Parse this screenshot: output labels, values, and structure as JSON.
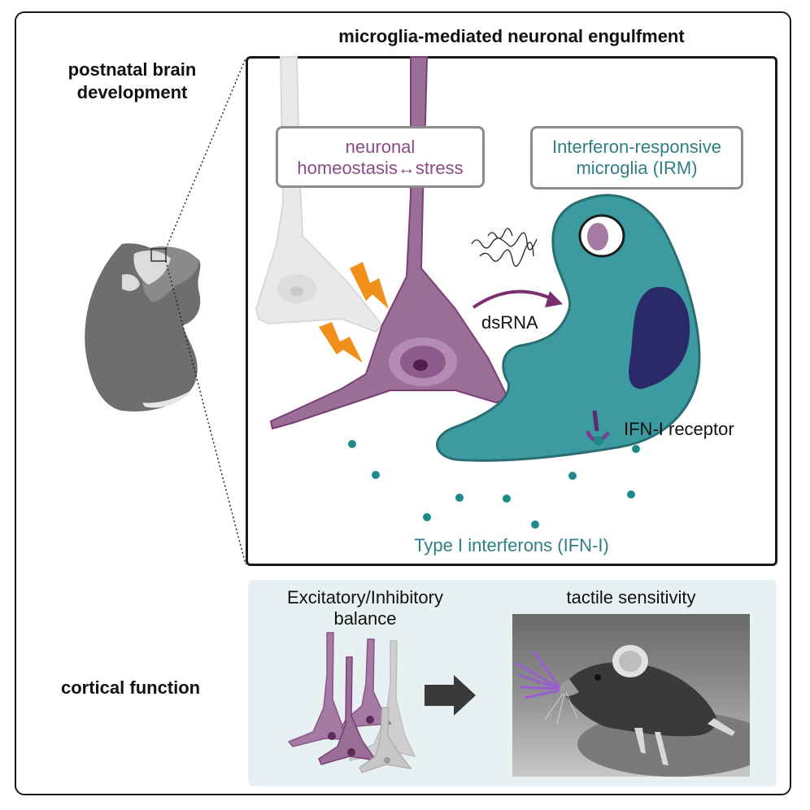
{
  "title": "microglia-mediated neuronal engulfment",
  "left_labels": {
    "development_line1": "postnatal brain",
    "development_line2": "development",
    "cortical": "cortical function"
  },
  "detail": {
    "neuronal_line1": "neuronal",
    "neuronal_line2": "homeostasis↔stress",
    "irm_line1": "Interferon-responsive",
    "irm_line2": "microglia (IRM)",
    "dsrna": "dsRNA",
    "receptor": "IFN-I receptor",
    "interferons": "Type I interferons (IFN-I)"
  },
  "function": {
    "ei_line1": "Excitatory/Inhibitory",
    "ei_line2": "balance",
    "tactile": "tactile sensitivity"
  },
  "colors": {
    "neuron": "#9b6e98",
    "neuron_dark": "#7a3f77",
    "microglia": "#3b9ba1",
    "microglia_nucleus": "#2a2a6b",
    "ifn_dot": "#1e8a8a",
    "lightning": "#f0901a",
    "pup": "#6e6e6e",
    "panel_bg": "#e8f1f2"
  },
  "icons": [
    "lightning-icon",
    "arrow-right-icon",
    "mouse-pup-icon"
  ]
}
